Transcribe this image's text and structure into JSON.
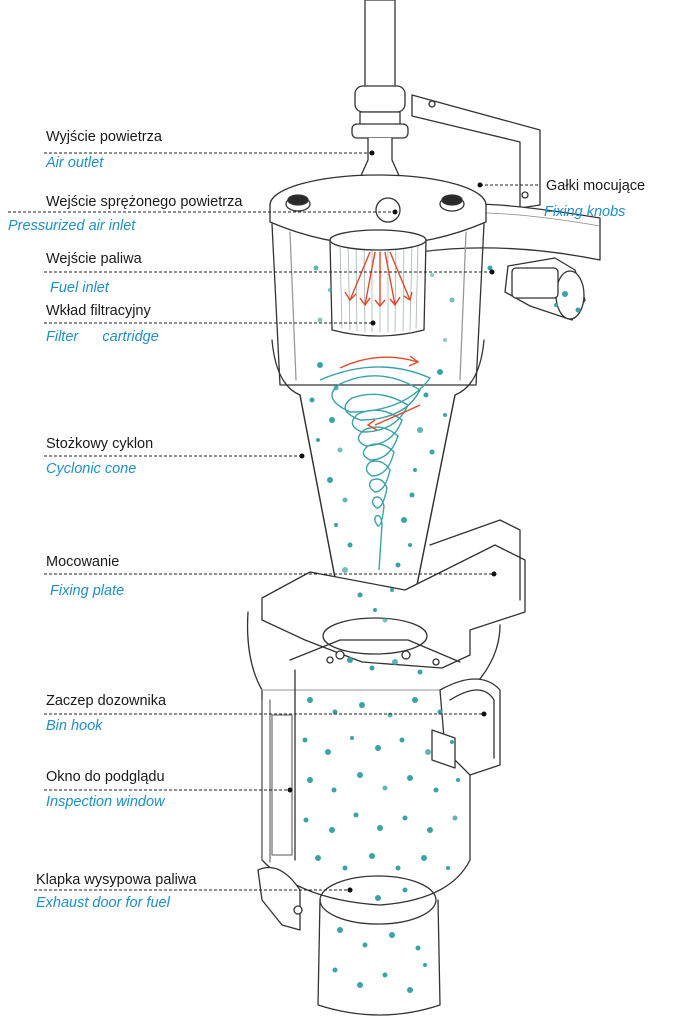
{
  "colors": {
    "polish_text": "#1a1a1a",
    "english_text": "#1f8fc7",
    "particles": "#3aa3a8",
    "airflow_arrows": "#e04a2a",
    "outline": "#333333"
  },
  "labels": {
    "air_outlet": {
      "pl": "Wyjście powietrza",
      "en": "Air outlet"
    },
    "pressurized_air_inlet": {
      "pl": "Wejście sprężonego powietrza",
      "en": "Pressurized air inlet"
    },
    "fixing_knobs": {
      "pl": "Gałki mocujące",
      "en": "Fixing knobs"
    },
    "fuel_inlet": {
      "pl": "Wejście paliwa",
      "en": "Fuel inlet"
    },
    "filter_cartridge": {
      "pl": "Wkład  filtracyjny",
      "en": "Filter      cartridge"
    },
    "cyclonic_cone": {
      "pl": "Stożkowy cyklon",
      "en": "Cyclonic cone"
    },
    "fixing_plate": {
      "pl": "Mocowanie",
      "en": "Fixing plate"
    },
    "bin_hook": {
      "pl": "Zaczep dozownika",
      "en": "Bin hook"
    },
    "inspection_window": {
      "pl": "Okno do podglądu",
      "en": "Inspection window"
    },
    "exhaust_door": {
      "pl": "Klapka wysypowa paliwa",
      "en": "Exhaust door for fuel"
    }
  }
}
